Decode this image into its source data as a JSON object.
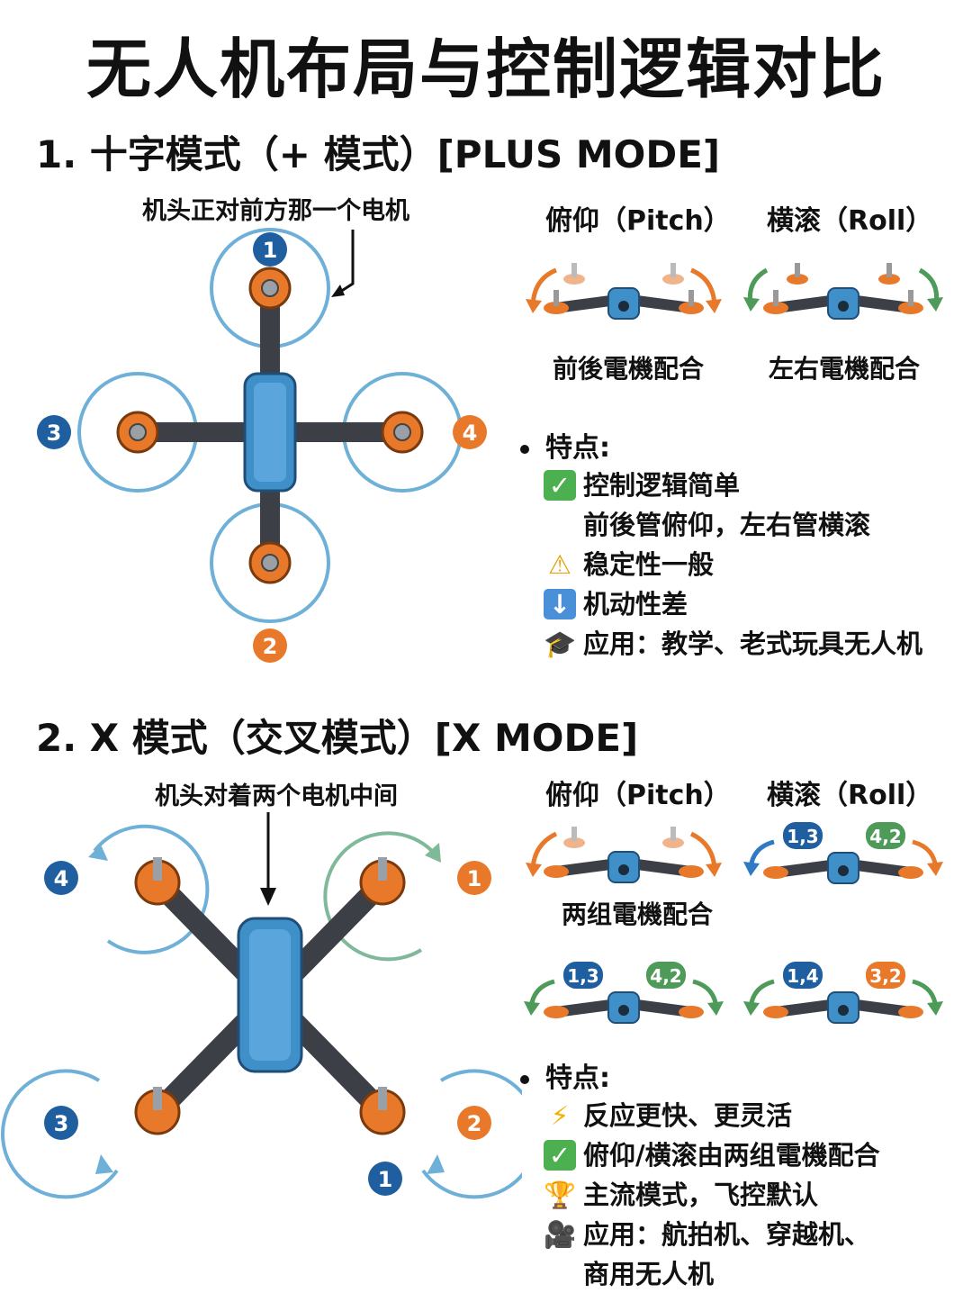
{
  "title": "无人机布局与控制逻辑对比",
  "plus": {
    "heading": "1. 十字模式（+ 模式）[PLUS MODE]",
    "nose_note": "机头正对前方那一个电机",
    "motors": [
      "1",
      "2",
      "3",
      "4"
    ],
    "pitch_label": "俯仰（Pitch）",
    "roll_label": "横滚（Roll）",
    "pitch_caption": "前後電機配合",
    "roll_caption": "左右電機配合",
    "features_title": "特点:",
    "features": [
      {
        "icon": "check-icon",
        "text": "控制逻辑简单"
      },
      {
        "icon": "",
        "text": "前後管俯仰，左右管横滚"
      },
      {
        "icon": "warning-icon",
        "text": "稳定性一般"
      },
      {
        "icon": "down-arrow-icon",
        "text": "机动性差"
      },
      {
        "icon": "graduation-cap-icon",
        "text": "应用：教学、老式玩具无人机"
      }
    ]
  },
  "x": {
    "heading": "2. X 模式（交叉模式）[X MODE]",
    "nose_note": "机头对着两个电机中间",
    "motors": [
      "1",
      "2",
      "3",
      "4"
    ],
    "pitch_label": "俯仰（Pitch）",
    "roll_label": "横滚（Roll）",
    "pitch_caption": "两组電機配合",
    "roll_pairs": [
      "1,3",
      "4,2"
    ],
    "pair_row": [
      [
        "1,3",
        "4,2"
      ],
      [
        "1,4",
        "3,2"
      ]
    ],
    "features_title": "特点:",
    "features": [
      {
        "icon": "lightning-icon",
        "text": "反应更快、更灵活"
      },
      {
        "icon": "check-icon",
        "text": "俯仰/横滚由两组電機配合"
      },
      {
        "icon": "trophy-icon",
        "text": "主流模式，飞控默认"
      },
      {
        "icon": "camera-icon",
        "text": "应用：航拍机、穿越机、"
      },
      {
        "icon": "",
        "text": "商用无人机"
      }
    ]
  },
  "colors": {
    "blue": "#1f5fa0",
    "orange": "#e8792a",
    "green": "#4e9a58",
    "ring_blue": "#6fb0d8",
    "ring_green": "#7fb99a",
    "body": "#3f8fc9",
    "arm": "#3c3f45"
  }
}
